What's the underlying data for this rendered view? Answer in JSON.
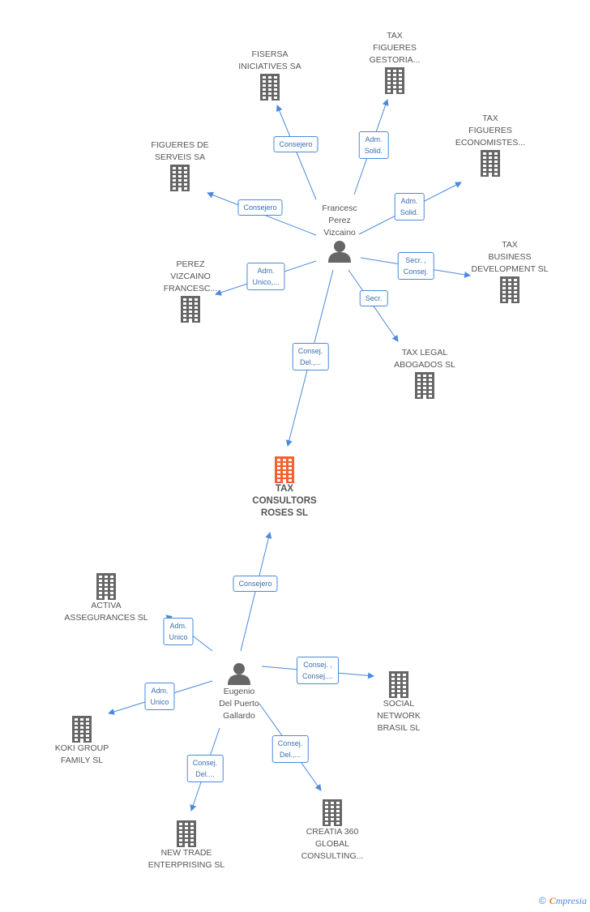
{
  "colors": {
    "edge": "#4a89dc",
    "company": "#666666",
    "focus_company": "#f2622e",
    "person": "#666666",
    "label_border": "#4a89dc"
  },
  "nodes": [
    {
      "id": "tax_consultors",
      "type": "company",
      "focus": true,
      "label": "TAX\nCONSULTORS\nROSES SL"
    },
    {
      "id": "francesc",
      "type": "person",
      "label": "Francesc\nPerez\nVizcaino"
    },
    {
      "id": "eugenio",
      "type": "person",
      "label": "Eugenio\nDel Puerto\nGallardo"
    },
    {
      "id": "fisersa",
      "type": "company",
      "label": "FISERSA\nINICIATIVES SA"
    },
    {
      "id": "tax_figueres_gestoria",
      "type": "company",
      "label": "TAX\nFIGUERES\nGESTORIA..."
    },
    {
      "id": "tax_figueres_economistes",
      "type": "company",
      "label": "TAX\nFIGUERES\nECONOMISTES..."
    },
    {
      "id": "figueres_serveis",
      "type": "company",
      "label": "FIGUERES DE\nSERVEIS SA"
    },
    {
      "id": "tax_business",
      "type": "company",
      "label": "TAX\nBUSINESS\nDEVELOPMENT SL"
    },
    {
      "id": "perez_vizcaino",
      "type": "company",
      "label": "PEREZ\nVIZCAINO\nFRANCESC..."
    },
    {
      "id": "tax_legal",
      "type": "company",
      "label": "TAX LEGAL\nABOGADOS SL"
    },
    {
      "id": "activa",
      "type": "company",
      "label": "ACTIVA\nASSEGURANCES SL"
    },
    {
      "id": "social_network",
      "type": "company",
      "label": "SOCIAL\nNETWORK\nBRASIL  SL"
    },
    {
      "id": "koki",
      "type": "company",
      "label": "KOKI GROUP\nFAMILY  SL"
    },
    {
      "id": "new_trade",
      "type": "company",
      "label": "NEW TRADE\nENTERPRISING SL"
    },
    {
      "id": "creatia",
      "type": "company",
      "label": "CREATIA 360\nGLOBAL\nCONSULTING..."
    }
  ],
  "edges": [
    {
      "from": "francesc",
      "to": "fisersa",
      "label": "Consejero"
    },
    {
      "from": "francesc",
      "to": "tax_figueres_gestoria",
      "label": "Adm.\nSolid."
    },
    {
      "from": "francesc",
      "to": "tax_figueres_economistes",
      "label": "Adm.\nSolid."
    },
    {
      "from": "francesc",
      "to": "figueres_serveis",
      "label": "Consejero"
    },
    {
      "from": "francesc",
      "to": "tax_business",
      "label": "Secr. ,\nConsej."
    },
    {
      "from": "francesc",
      "to": "perez_vizcaino",
      "label": "Adm.\nUnico,..."
    },
    {
      "from": "francesc",
      "to": "tax_legal",
      "label": "Secr."
    },
    {
      "from": "francesc",
      "to": "tax_consultors",
      "label": "Consej.\nDel.,..."
    },
    {
      "from": "eugenio",
      "to": "tax_consultors",
      "label": "Consejero"
    },
    {
      "from": "eugenio",
      "to": "activa",
      "label": "Adm.\nUnico"
    },
    {
      "from": "eugenio",
      "to": "social_network",
      "label": "Consej. ,\nConsej...."
    },
    {
      "from": "eugenio",
      "to": "koki",
      "label": "Adm.\nUnico"
    },
    {
      "from": "eugenio",
      "to": "new_trade",
      "label": "Consej.\nDel...."
    },
    {
      "from": "eugenio",
      "to": "creatia",
      "label": "Consej.\nDel.,..."
    }
  ],
  "footer": {
    "copyright": "©",
    "brand_first": "C",
    "brand_rest": "mpresia"
  }
}
